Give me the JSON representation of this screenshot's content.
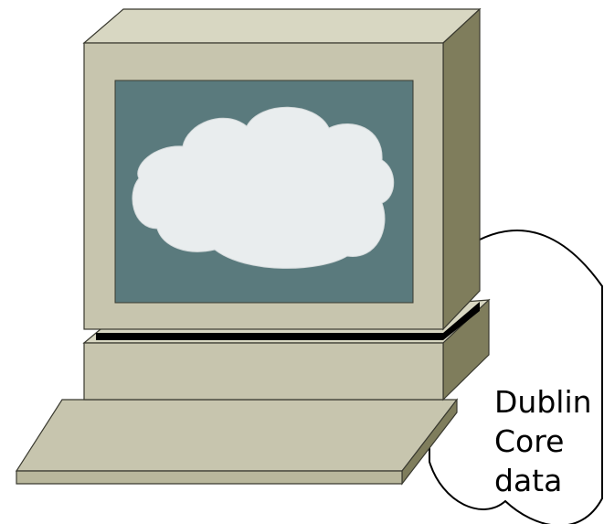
{
  "document_label": {
    "lines": [
      "Dublin",
      "Core",
      "data"
    ]
  },
  "colors": {
    "case_face": "#c7c5ae",
    "case_top": "#d8d7c2",
    "case_side": "#7f7d5c",
    "screen": "#5a7a7d",
    "cloud": "#e9edee",
    "document_fill": "#ffffff",
    "outline": "#3a3a30"
  },
  "icons": {
    "computer": "desktop-computer-icon",
    "cloud": "cloud-icon",
    "document": "document-icon"
  }
}
